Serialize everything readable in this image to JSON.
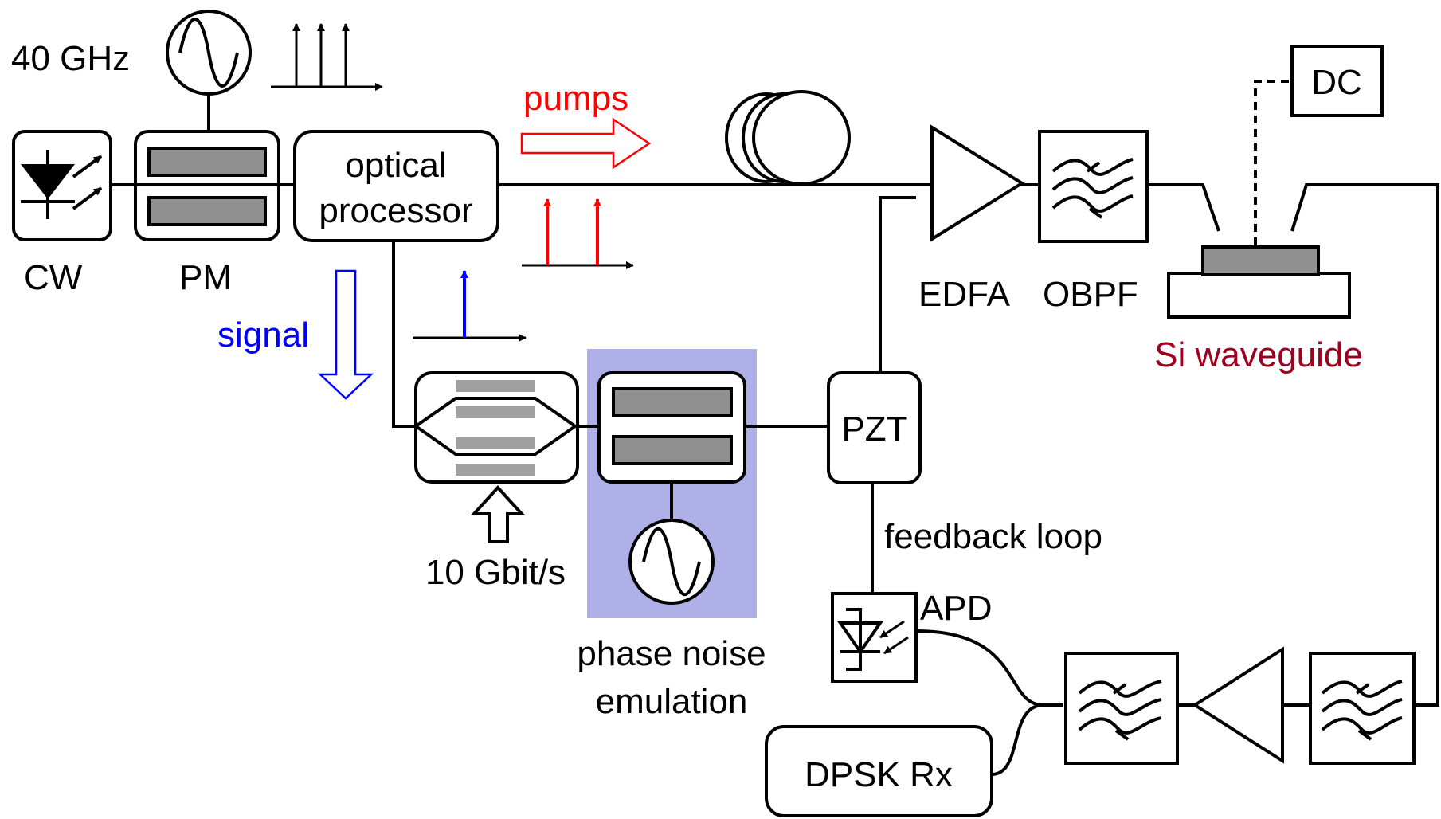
{
  "labels": {
    "rf_freq": "40 GHz",
    "cw": "CW",
    "pm": "PM",
    "optical_processor_line1": "optical",
    "optical_processor_line2": "processor",
    "pumps": "pumps",
    "signal": "signal",
    "edfa": "EDFA",
    "obpf": "OBPF",
    "dc": "DC",
    "si_waveguide": "Si waveguide",
    "pzt": "PZT",
    "data_rate": "10 Gbit/s",
    "phase_noise_line1": "phase noise",
    "phase_noise_line2": "emulation",
    "feedback_loop": "feedback loop",
    "apd": "APD",
    "dpsk_rx": "DPSK Rx"
  },
  "colors": {
    "pumps": "#ff0000",
    "signal": "#0000ff",
    "waveguide_label": "#a00020",
    "emulation_bg": "#b0b0e8",
    "component_fill": "#909090"
  },
  "icons": [
    "laser-diode-icon",
    "sine-source-icon",
    "fiber-spool-icon",
    "amplifier-icon",
    "bandpass-filter-icon",
    "photodiode-icon",
    "modulator-icon"
  ]
}
